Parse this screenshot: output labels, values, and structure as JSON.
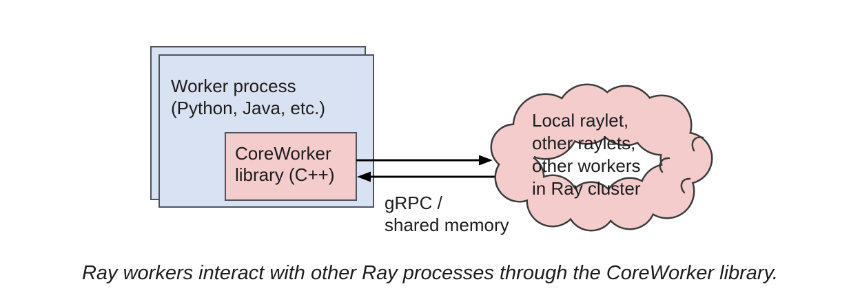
{
  "colors": {
    "page-bg": "#ffffff",
    "box-blue": "#d9e2f2",
    "box-pink": "#f4cccc",
    "box-border": "#4d545d",
    "cloud-fill": "#f4cccc",
    "cloud-border": "#3c3c3c",
    "arrow": "#000000",
    "text": "#1c1c1c"
  },
  "diagram": {
    "worker_box_label": "Worker process\n(Python, Java, etc.)",
    "core_worker_label": "CoreWorker\nlibrary (C++)",
    "cloud_label": "Local raylet,\nother raylets,\nother workers\nin Ray cluster",
    "arrows_label": "gRPC /\nshared memory"
  },
  "caption": "Ray workers interact with other Ray processes through the CoreWorker library."
}
